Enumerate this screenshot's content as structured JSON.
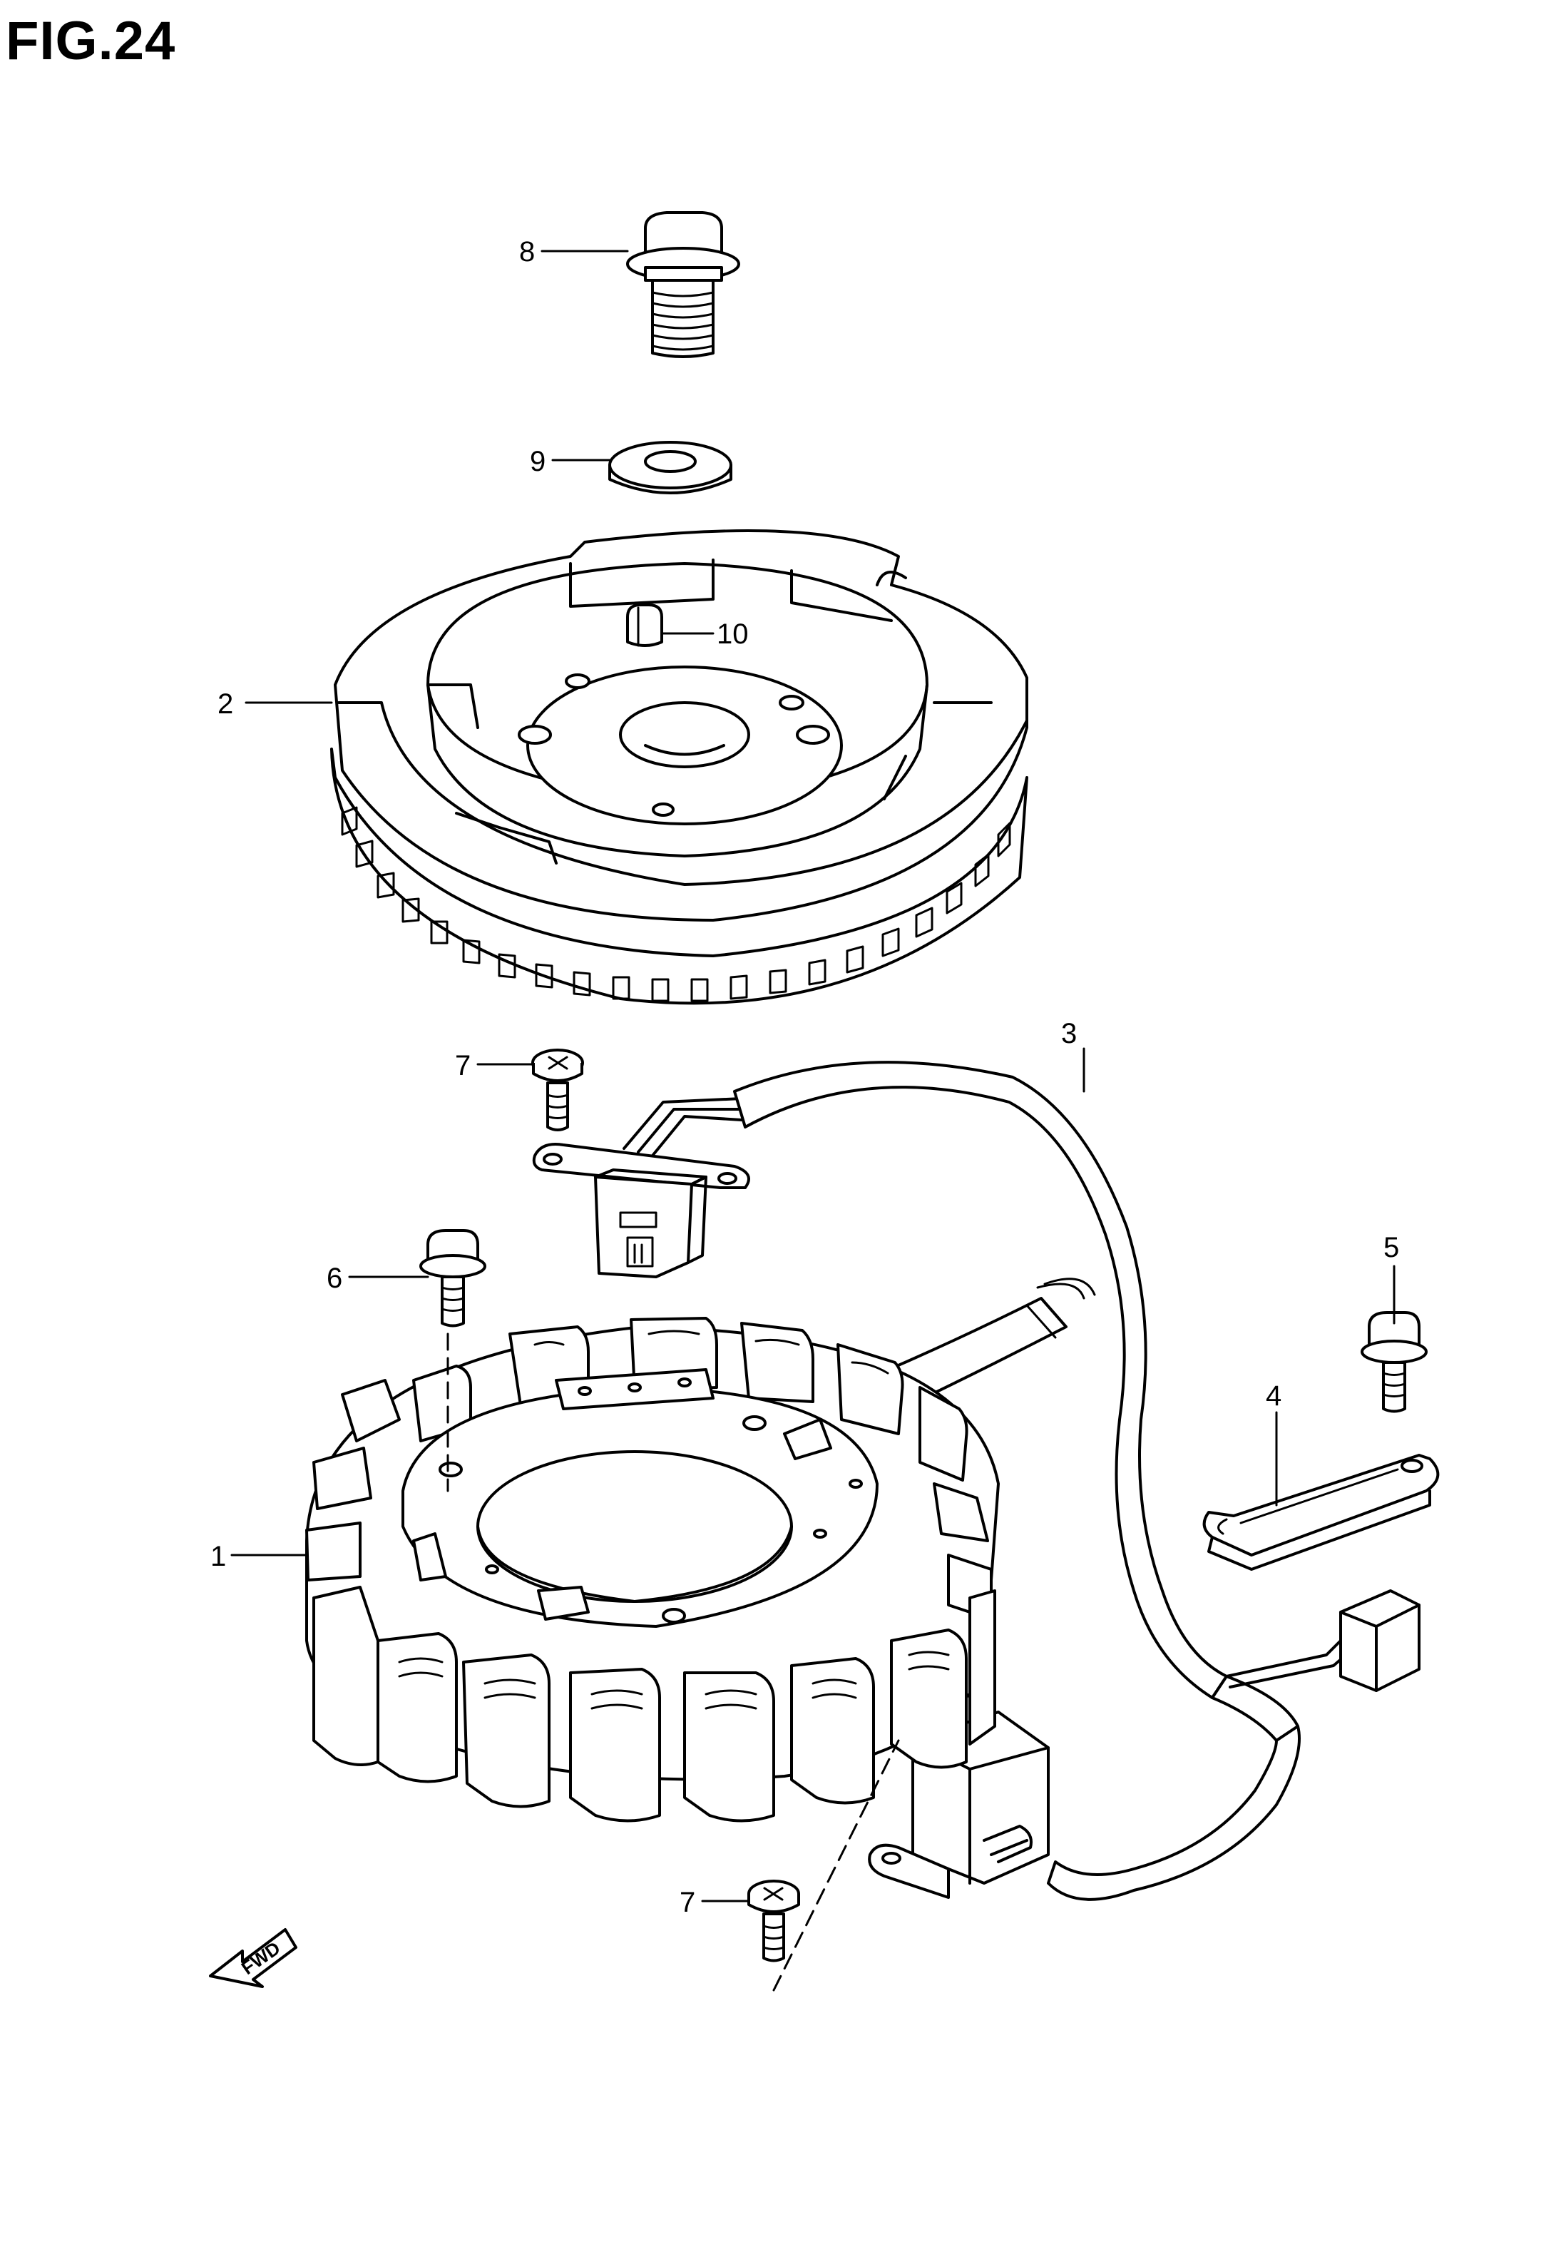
{
  "figure": {
    "title": "FIG.24"
  },
  "callouts": [
    {
      "id": "c1",
      "num": "1"
    },
    {
      "id": "c2",
      "num": "2"
    },
    {
      "id": "c3",
      "num": "3"
    },
    {
      "id": "c4",
      "num": "4"
    },
    {
      "id": "c5",
      "num": "5"
    },
    {
      "id": "c6",
      "num": "6"
    },
    {
      "id": "c7a",
      "num": "7"
    },
    {
      "id": "c7b",
      "num": "7"
    },
    {
      "id": "c8",
      "num": "8"
    },
    {
      "id": "c9",
      "num": "9"
    },
    {
      "id": "c10",
      "num": "10"
    }
  ],
  "fwd_label": "FWD"
}
